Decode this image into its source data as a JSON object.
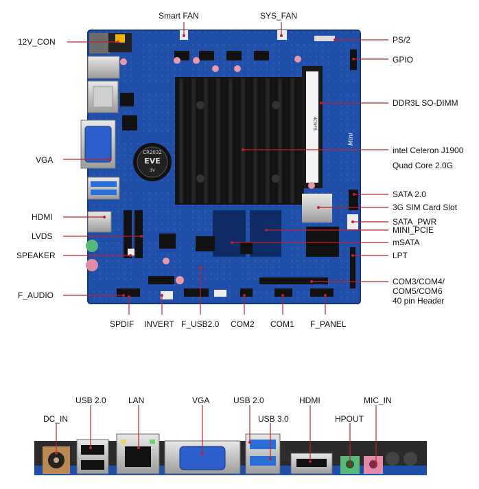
{
  "board": {
    "labels": {
      "smart_fan": "Smart FAN",
      "sys_fan": "SYS_FAN",
      "v12_con": "12V_CON",
      "ps2": "PS/2",
      "gpio": "GPIO",
      "ddr3l": "DDR3L SO-DIMM",
      "vga": "VGA",
      "cpu_line1": "intel Celeron J1900",
      "cpu_line2": "Quad Core 2.0G",
      "sata": "SATA 2.0",
      "sim": "3G SIM Card Slot",
      "sata_pwr": "SATA_PWR",
      "hdmi": "HDMI",
      "mini_pcie": "MINI_PCIE",
      "lvds": "LVDS",
      "msata": "mSATA",
      "speaker": "SPEAKER",
      "lpt": "LPT",
      "com_line1": "COM3/COM4/",
      "com_line2": "COM5/COM6",
      "com_line3": "40 pin Header",
      "f_audio": "F_AUDIO",
      "spdif": "SPDIF",
      "invert": "INVERT",
      "f_usb": "F_USB2.0",
      "com2": "COM2",
      "com1": "COM1",
      "f_panel": "F_PANEL"
    },
    "chip_text": {
      "battery_brand": "EVE",
      "battery_model": "CR2032",
      "battery_volt": "3V",
      "dimm_text": "4CNFB",
      "logo_text": "Mini"
    }
  },
  "io_panel": {
    "labels": {
      "usb20_left": "USB 2.0",
      "lan": "LAN",
      "vga": "VGA",
      "usb20_right": "USB 2.0",
      "hdmi": "HDMI",
      "mic_in": "MIC_IN",
      "dc_in": "DC_IN",
      "usb30": "USB 3.0",
      "hpout": "HPOUT"
    }
  },
  "colors": {
    "pcb": "#1f4fa8",
    "pcb_dark": "#173d86",
    "heatsink": "#1a1a1a",
    "callout_red": "#c0202a",
    "usb3_blue": "#2a6fd6",
    "vga_blue": "#2c5fc9"
  }
}
